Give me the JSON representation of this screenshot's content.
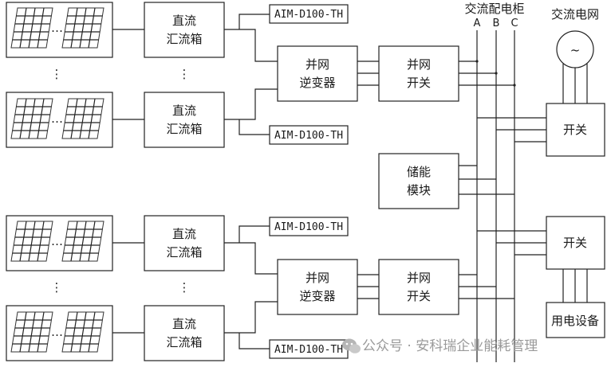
{
  "labels": {
    "dc_combiner": [
      "直流",
      "汇流箱"
    ],
    "inverter": [
      "并网",
      "逆变器"
    ],
    "grid_switch": [
      "并网",
      "开关"
    ],
    "storage": [
      "储能",
      "模块"
    ],
    "switch": "开关",
    "load": "用电设备",
    "meter": "AIM-D100-TH",
    "ac_cabinet": "交流配电柜",
    "grid": "交流电网",
    "bus_a": "A",
    "bus_b": "B",
    "bus_c": "C",
    "ellipsis_h": "…",
    "ellipsis_v": "⋮",
    "grid_symbol": "~"
  },
  "watermark": {
    "text": "公众号 · 安科瑞企业能耗管理"
  }
}
